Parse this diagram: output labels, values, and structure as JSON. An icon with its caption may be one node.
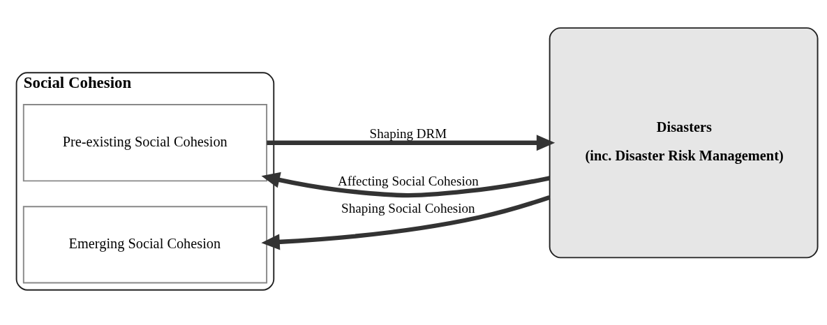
{
  "diagram": {
    "nodes": [
      {
        "text": [
          "Social Cohesion"
        ]
      },
      {
        "text": [
          "Pre-existing Social Cohesion"
        ],
        "in": 0
      },
      {
        "text": [
          "Emerging Social Cohesion"
        ],
        "in": 0
      },
      {
        "text": [
          "Disasters",
          "(inc. Disaster Risk Management)"
        ]
      }
    ],
    "edges": [
      {
        "from": 3,
        "to": 1,
        "arrow": "to",
        "label": "Affecting Social Cohesion"
      },
      {
        "from": 1,
        "to": 3,
        "arrow": "to",
        "label": "Shaping DRM"
      },
      {
        "from": 3,
        "to": 2,
        "arrow": "to",
        "label": "Shaping Social Cohesion"
      }
    ]
  }
}
